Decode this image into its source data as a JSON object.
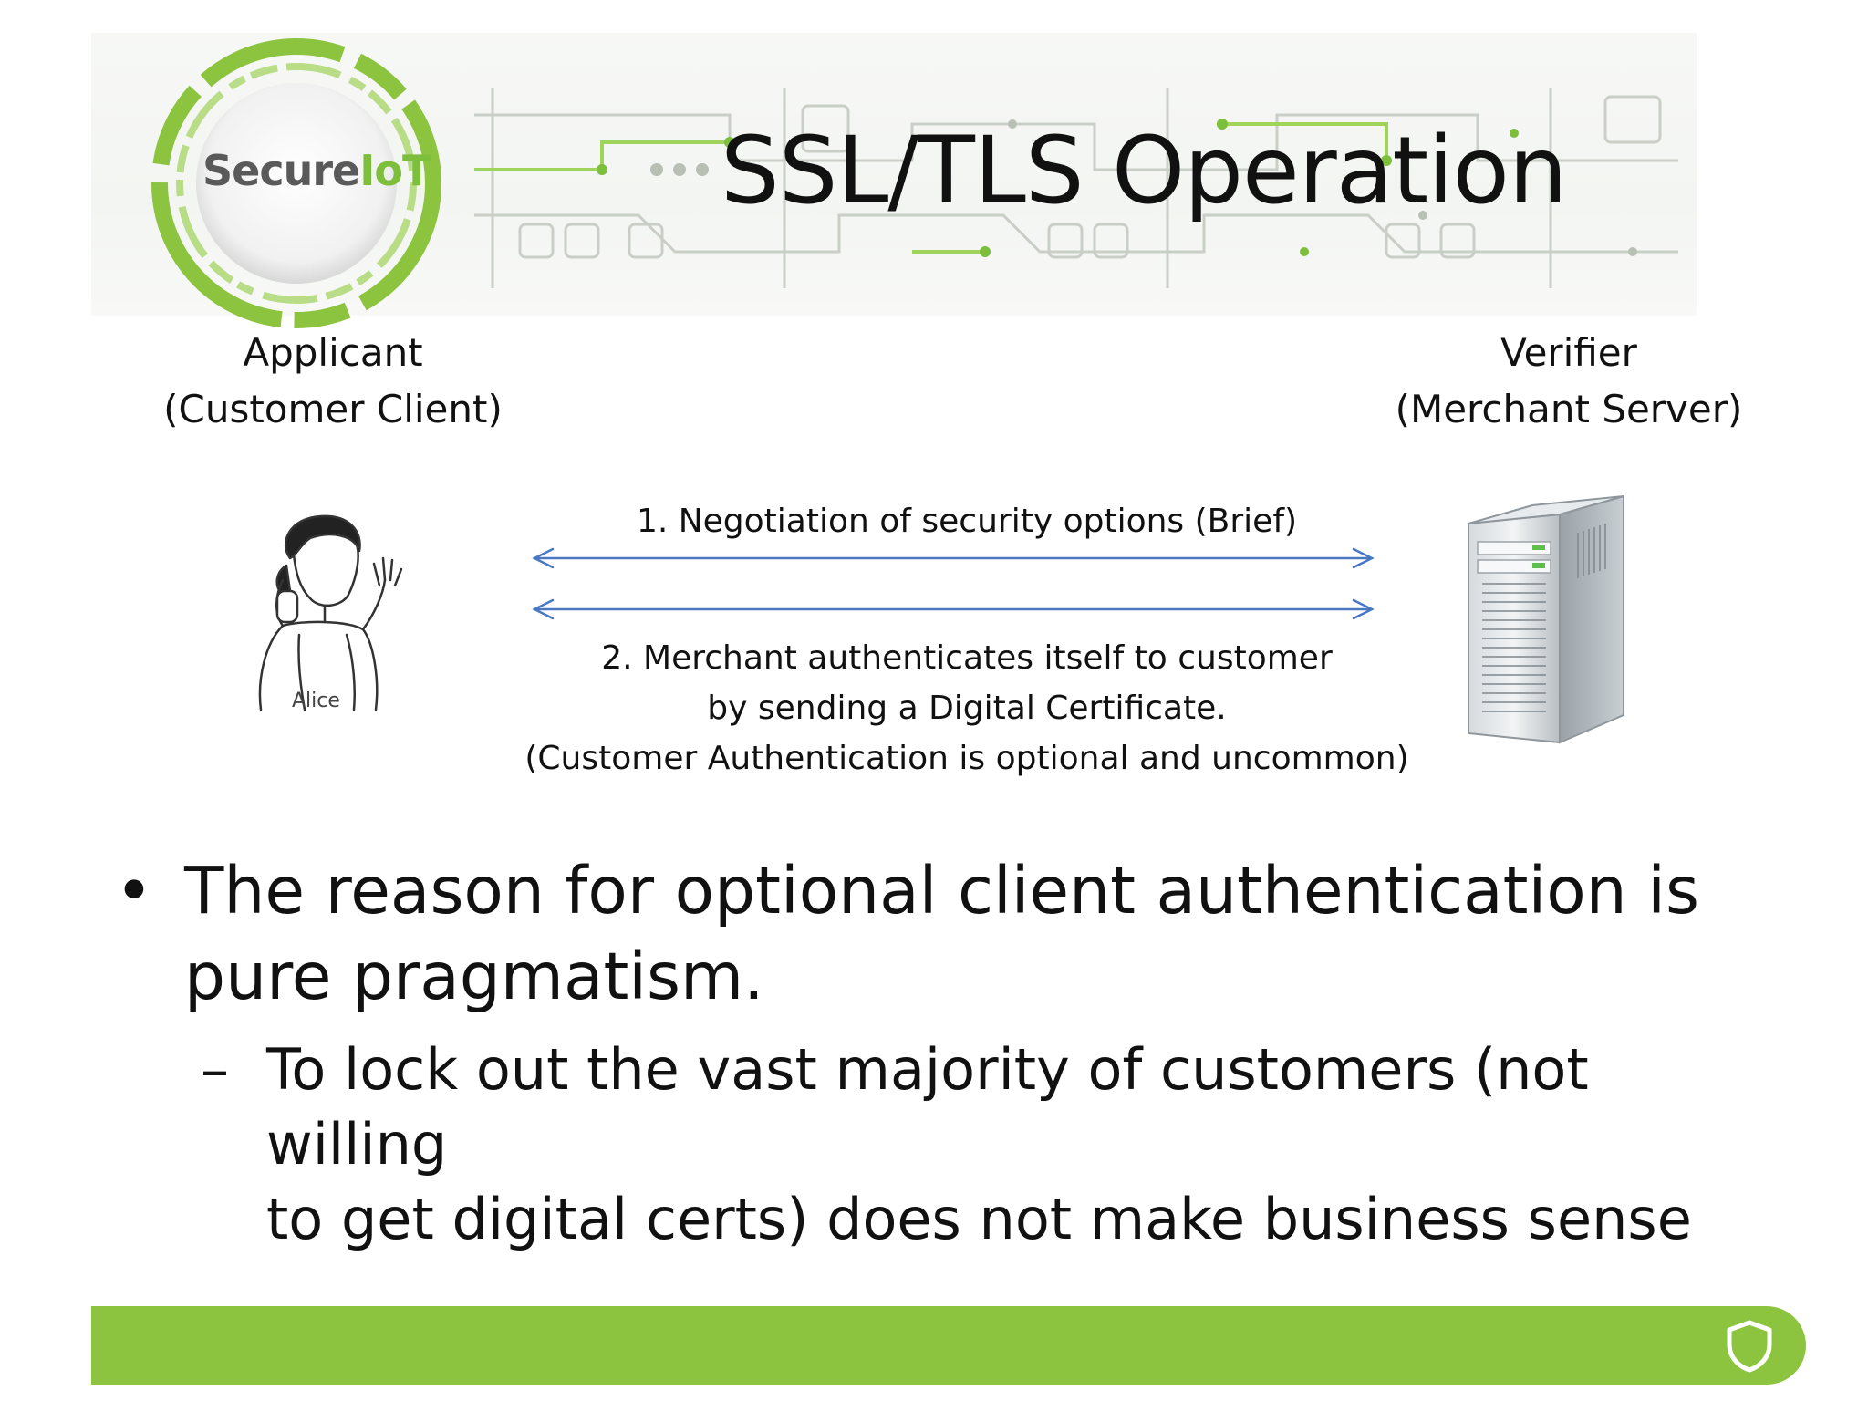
{
  "header": {
    "logo_text_main": "Secure",
    "logo_text_accent": "IoT",
    "title": "SSL/TLS Operation"
  },
  "parties": {
    "left": {
      "role": "Applicant",
      "detail": "(Customer Client)",
      "figure_caption": "Alice"
    },
    "right": {
      "role": "Verifier",
      "detail": "(Merchant Server)"
    }
  },
  "messages": {
    "step1": "1. Negotiation of security options (Brief)",
    "step2_line1": "2. Merchant authenticates itself to customer",
    "step2_line2": "by sending a Digital Certificate.",
    "step2_line3": "(Customer Authentication is optional and uncommon)"
  },
  "body": {
    "bullet_marker": "•",
    "bullet_line1": "The reason for optional client authentication is",
    "bullet_line2": "pure pragmatism.",
    "sub_marker": "–",
    "sub_line1": "To lock out the vast majority of customers (not willing",
    "sub_line2": "to get digital certs) does not make business sense"
  },
  "colors": {
    "brand_green": "#8cc43f",
    "arrow_blue": "#4a78c2",
    "text": "#111111"
  },
  "icons": {
    "footer": "shield-outline-icon",
    "left_figure": "person-on-phone-icon",
    "right_figure": "server-tower-icon"
  }
}
